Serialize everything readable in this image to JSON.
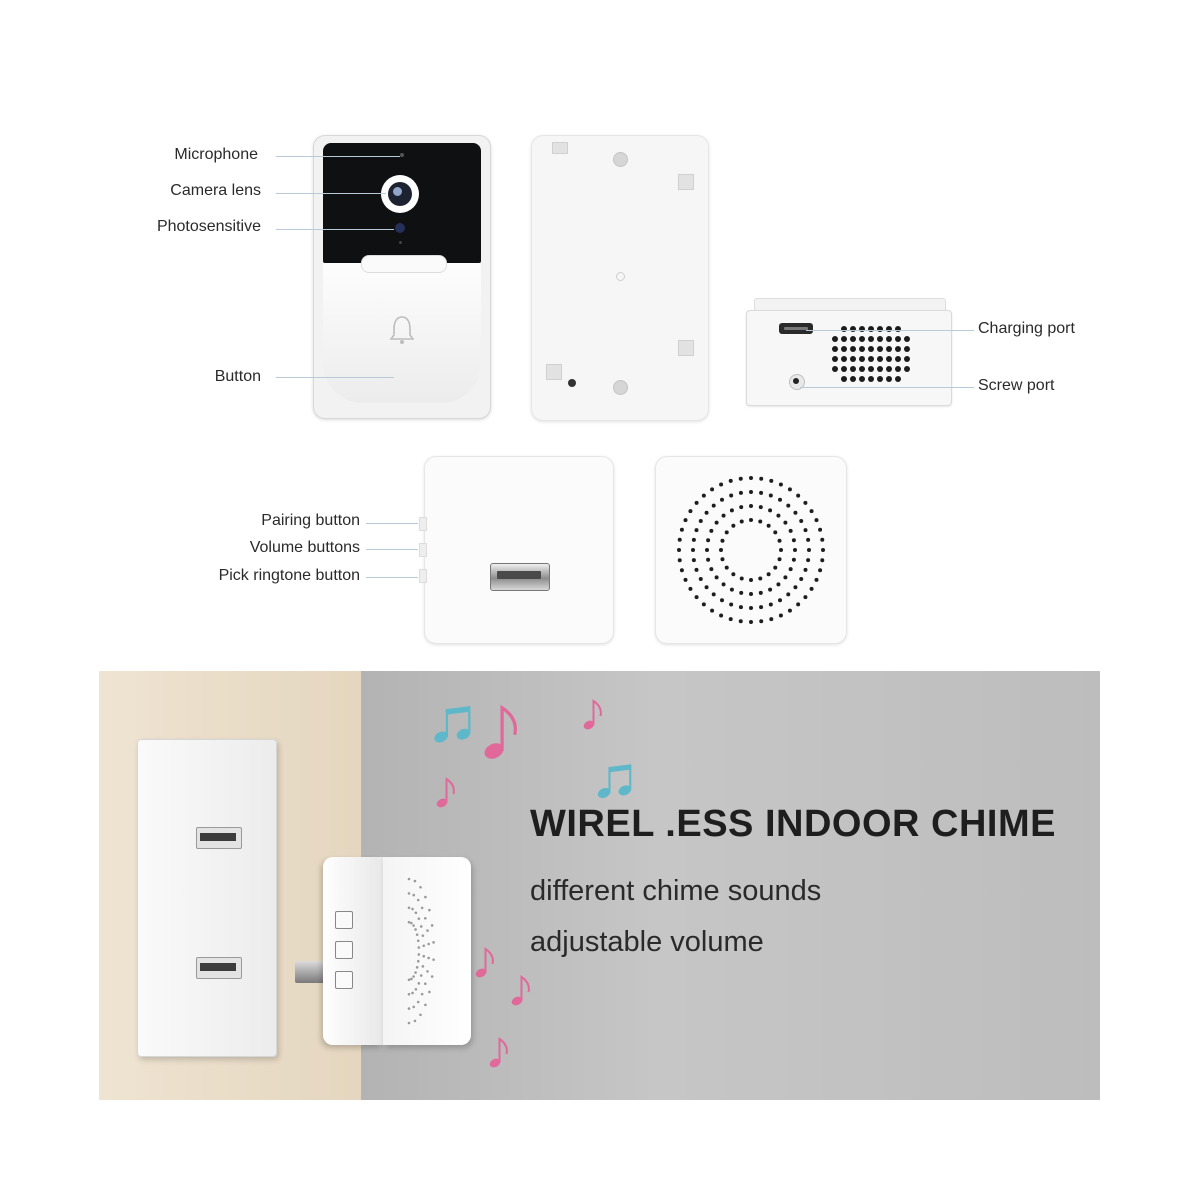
{
  "doorbell_labels": {
    "microphone": "Microphone",
    "camera_lens": "Camera lens",
    "photosensitive": "Photosensitive",
    "button": "Button"
  },
  "base_labels": {
    "charging_port": "Charging port",
    "screw_port": "Screw port"
  },
  "chime_labels": {
    "pairing_button": "Pairing button",
    "volume_buttons": "Volume buttons",
    "pick_ringtone_button": "Pick ringtone button"
  },
  "banner": {
    "headline": "WIREL .ESS INDOOR CHIME",
    "line1": "different chime sounds",
    "line2": "adjustable volume"
  },
  "colors": {
    "note_teal": "#5fb8c9",
    "note_pink": "#e0699a",
    "wall_beige": "#e9dcc6",
    "wall_gray": "#bdbdbd"
  }
}
